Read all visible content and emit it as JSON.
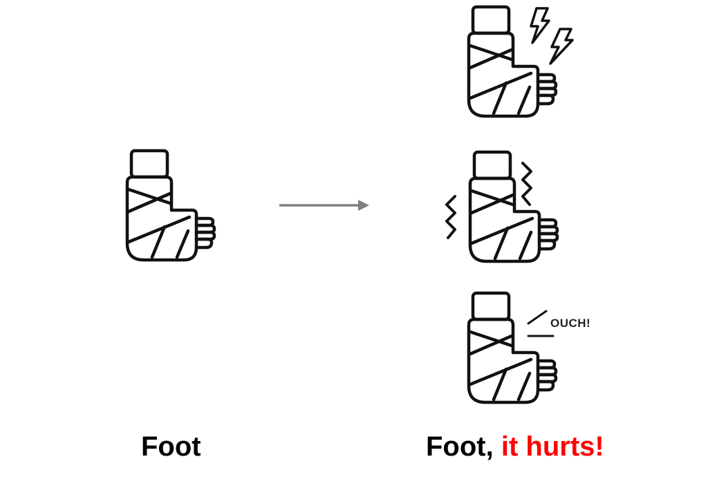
{
  "left": {
    "label": "Foot",
    "icon": "bandaged-foot-icon"
  },
  "arrow": {
    "icon": "right-arrow-icon",
    "color": "#7f7f7f"
  },
  "right": {
    "label_prefix": "Foot, ",
    "label_emphasis": "it hurts!",
    "emphasis_color": "#ff0000",
    "variants": [
      {
        "icon": "bandaged-foot-icon",
        "effect": "lightning-bolts-icon"
      },
      {
        "icon": "bandaged-foot-icon",
        "effect": "shaking-lines-icon"
      },
      {
        "icon": "bandaged-foot-icon",
        "effect": "speech-lines-icon",
        "text": "OUCH!"
      }
    ]
  }
}
